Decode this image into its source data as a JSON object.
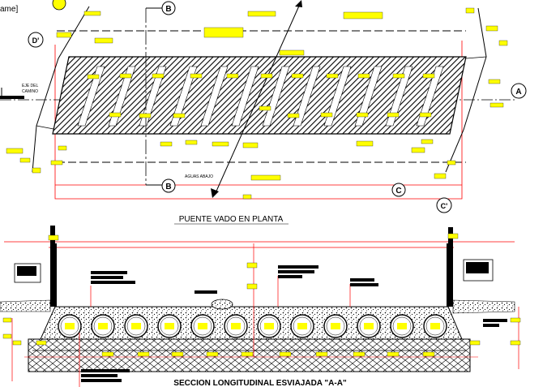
{
  "header": {
    "clipped_title": "ame]"
  },
  "plan": {
    "title": "PUENTE VADO EN PLANTA",
    "axis_label_line1": "EJE DEL",
    "axis_label_line2": "CAMINO",
    "flow_label": "AGUAS ABAJO",
    "section_markers": [
      "B",
      "B",
      "A",
      "C",
      "C'",
      "D'"
    ]
  },
  "section": {
    "title": "SECCION LONGITUDINAL ESVIAJADA \"A-A\"",
    "culvert_count": 12
  },
  "colors": {
    "annotation_fill": "#ffff00",
    "dimension_red": "#ff0000",
    "linework": "#000000",
    "background": "#ffffff"
  }
}
